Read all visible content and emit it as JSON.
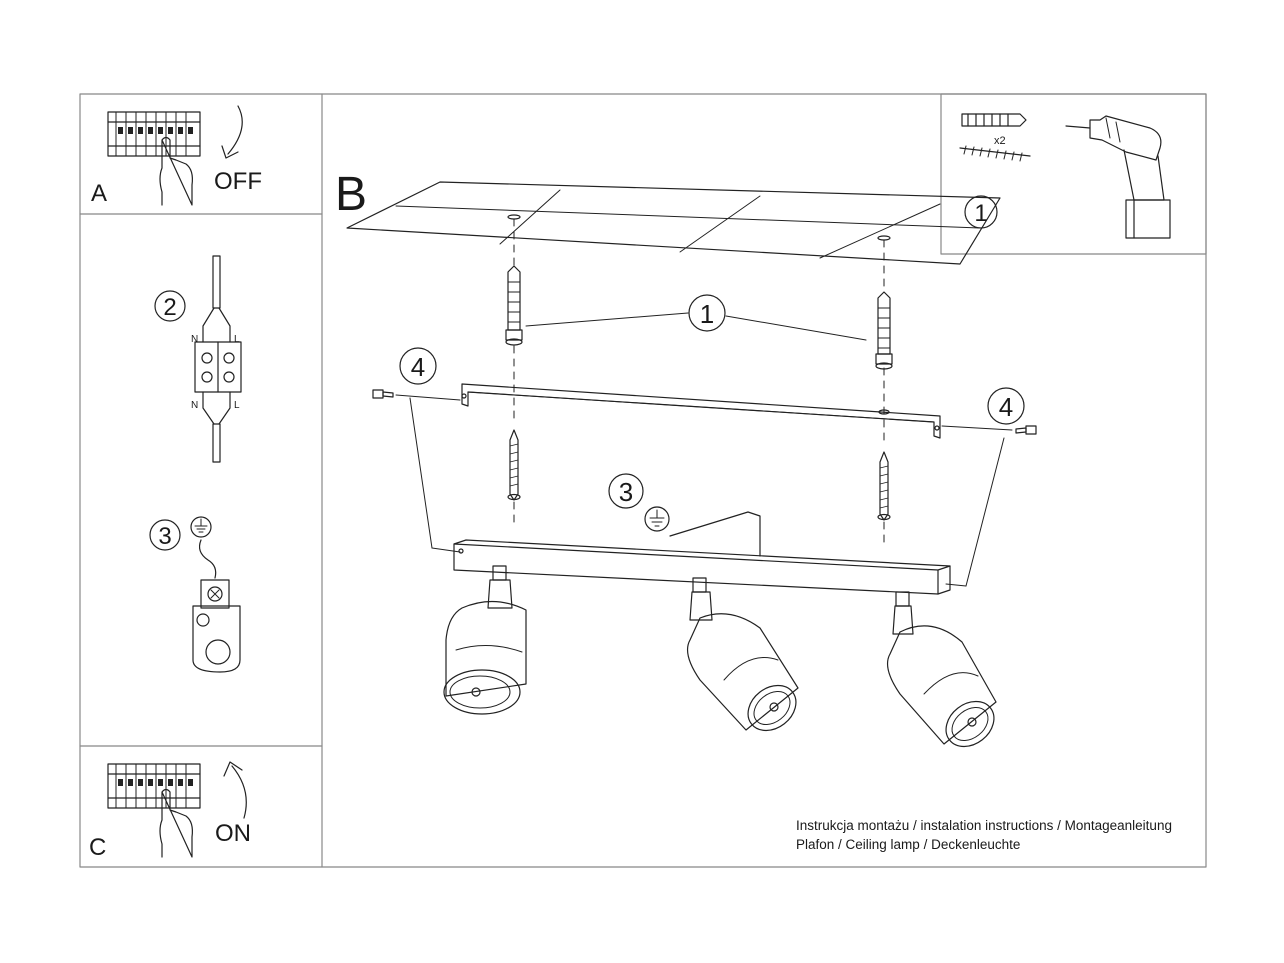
{
  "panel_a": {
    "letter": "A",
    "state": "OFF"
  },
  "panel_c": {
    "letter": "C",
    "state": "ON"
  },
  "panel_b": {
    "letter": "B"
  },
  "tools_box": {
    "number": "1",
    "qty": "x2"
  },
  "steps": {
    "s1": "1",
    "s2": "2",
    "s3": "3",
    "s4": "4",
    "b_1": "1",
    "b_3": "3",
    "b_4_left": "4",
    "b_4_right": "4",
    "ground_symbol": "⏚"
  },
  "terminal": {
    "n_top": "N",
    "l_top": "L",
    "n_bottom": "N",
    "l_bottom": "L"
  },
  "caption": {
    "line1": "Instrukcja montażu / instalation instructions / Montageanleitung",
    "line2": "Plafon / Ceiling lamp / Deckenleuchte"
  }
}
